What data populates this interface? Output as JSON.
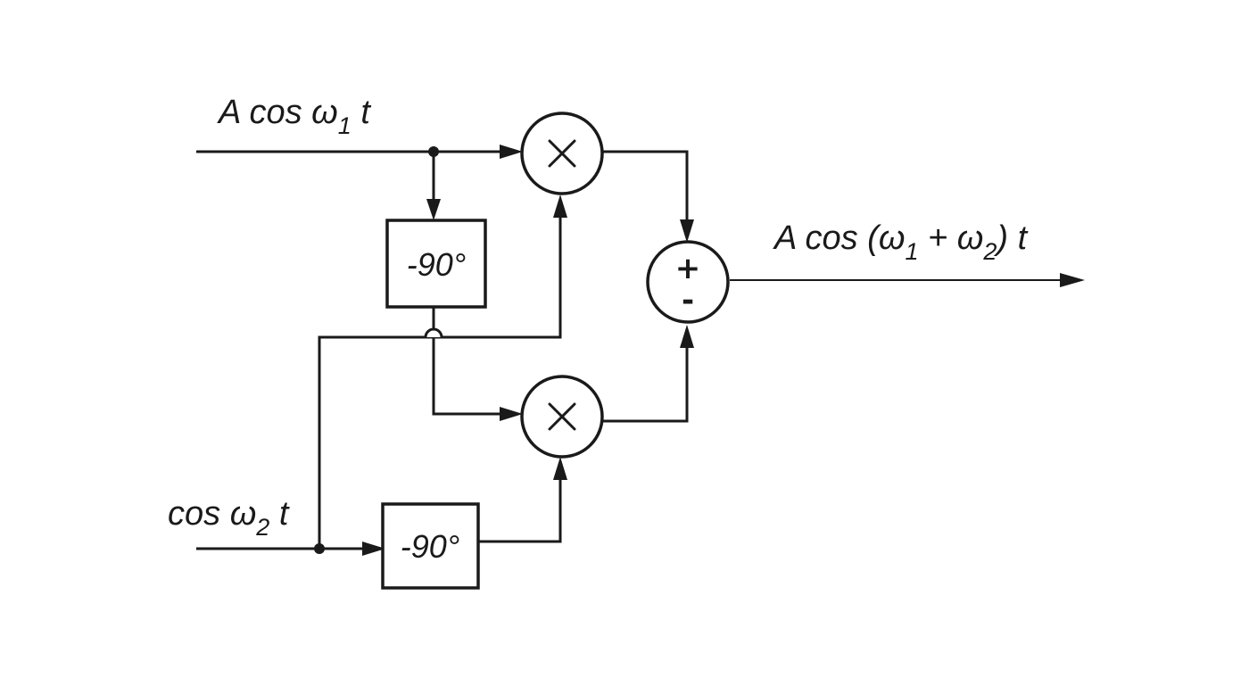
{
  "diagram": {
    "inputs": {
      "top": {
        "prefix": "A cos ω",
        "sub": "1",
        "suffix": " t"
      },
      "bottom": {
        "prefix": "cos ω",
        "sub": "2",
        "suffix": " t"
      }
    },
    "output": {
      "part1": "A cos (ω",
      "sub1": "1",
      "part2": " + ω",
      "sub2": "2",
      "part3": ") t"
    },
    "blocks": {
      "phase_shift_top": "-90°",
      "phase_shift_bottom": "-90°"
    },
    "summer": {
      "plus": "+",
      "minus": "-"
    }
  }
}
